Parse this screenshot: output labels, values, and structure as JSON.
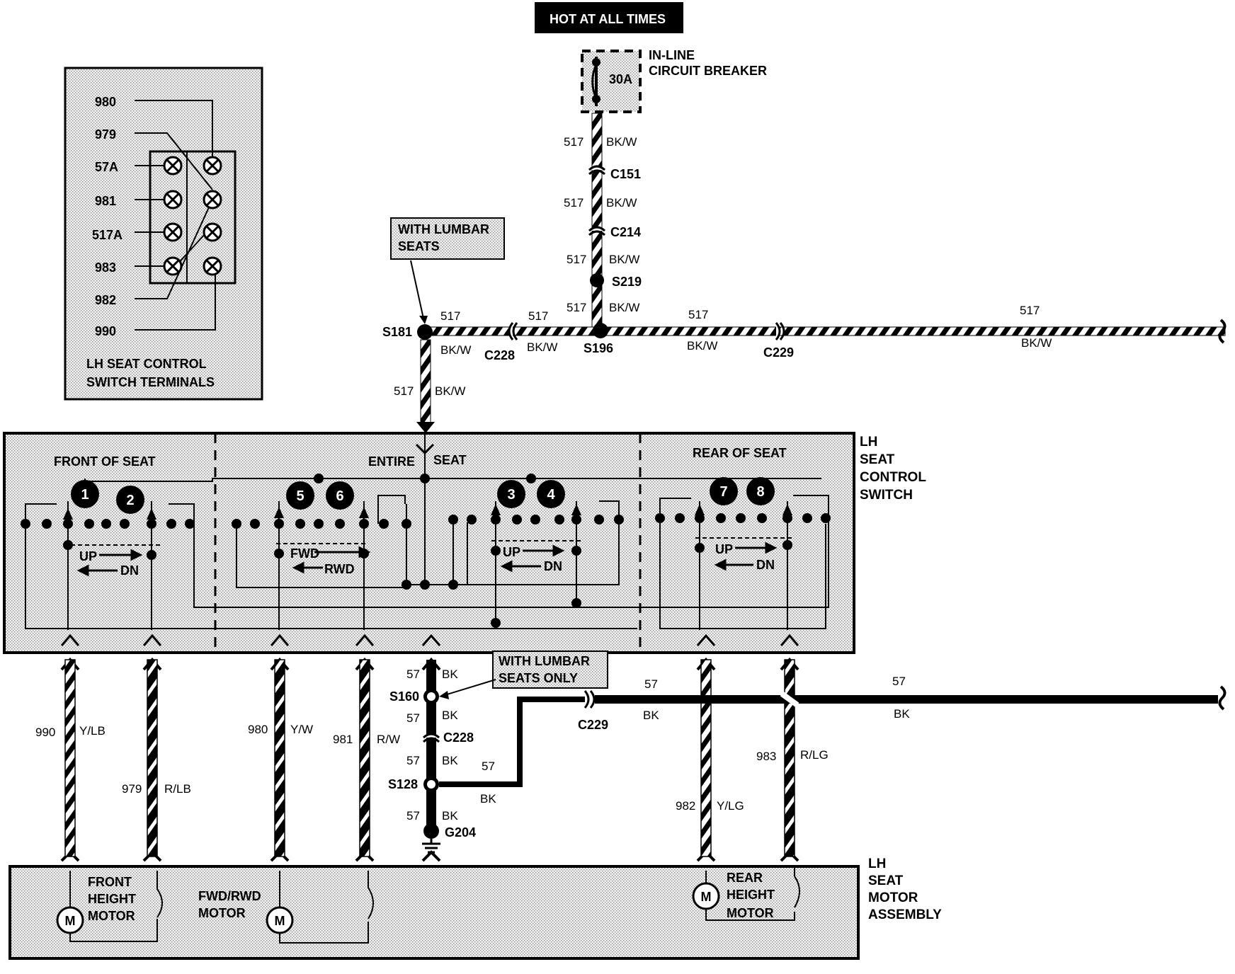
{
  "header": {
    "hot_at_all_times": "HOT AT ALL TIMES"
  },
  "breaker": {
    "title_line1": "IN-LINE",
    "title_line2": "CIRCUIT BREAKER",
    "rating": "30A"
  },
  "terminals_box": {
    "labels": [
      "980",
      "979",
      "57A",
      "981",
      "517A",
      "983",
      "982",
      "990"
    ],
    "title_line1": "LH SEAT CONTROL",
    "title_line2": "SWITCH TERMINALS"
  },
  "callouts": {
    "lumbar_line1": "WITH LUMBAR",
    "lumbar_line2": "SEATS",
    "lumbar_only_line1": "WITH LUMBAR",
    "lumbar_only_line2": "SEATS ONLY"
  },
  "wires": {
    "w517": "517",
    "bkw": "BK/W",
    "w57": "57",
    "bk": "BK",
    "w990": "990",
    "ylb": "Y/LB",
    "w979": "979",
    "rlb": "R/LB",
    "w980": "980",
    "yw": "Y/W",
    "w981": "981",
    "rw": "R/W",
    "w982": "982",
    "ylg": "Y/LG",
    "w983": "983",
    "rlg": "R/LG"
  },
  "connectors": {
    "c151": "C151",
    "c214": "C214",
    "c228": "C228",
    "c229": "C229",
    "s219": "S219",
    "s181": "S181",
    "s196": "S196",
    "s160": "S160",
    "s128": "S128",
    "g204": "G204"
  },
  "switch": {
    "front": "FRONT OF SEAT",
    "entire": "ENTIRE",
    "seat": "SEAT",
    "rear": "REAR OF SEAT",
    "title_line1": "LH",
    "title_line2": "SEAT",
    "title_line3": "CONTROL",
    "title_line4": "SWITCH",
    "up": "UP",
    "dn": "DN",
    "fwd": "FWD",
    "rwd": "RWD",
    "contacts": [
      "1",
      "2",
      "5",
      "6",
      "3",
      "4",
      "7",
      "8"
    ]
  },
  "motor_assembly": {
    "front_line1": "FRONT",
    "front_line2": "HEIGHT",
    "front_line3": "MOTOR",
    "fwd_line1": "FWD/RWD",
    "fwd_line2": "MOTOR",
    "rear_line1": "REAR",
    "rear_line2": "HEIGHT",
    "rear_line3": "MOTOR",
    "title_line1": "LH",
    "title_line2": "SEAT",
    "title_line3": "MOTOR",
    "title_line4": "ASSEMBLY",
    "motor_symbol": "M"
  }
}
